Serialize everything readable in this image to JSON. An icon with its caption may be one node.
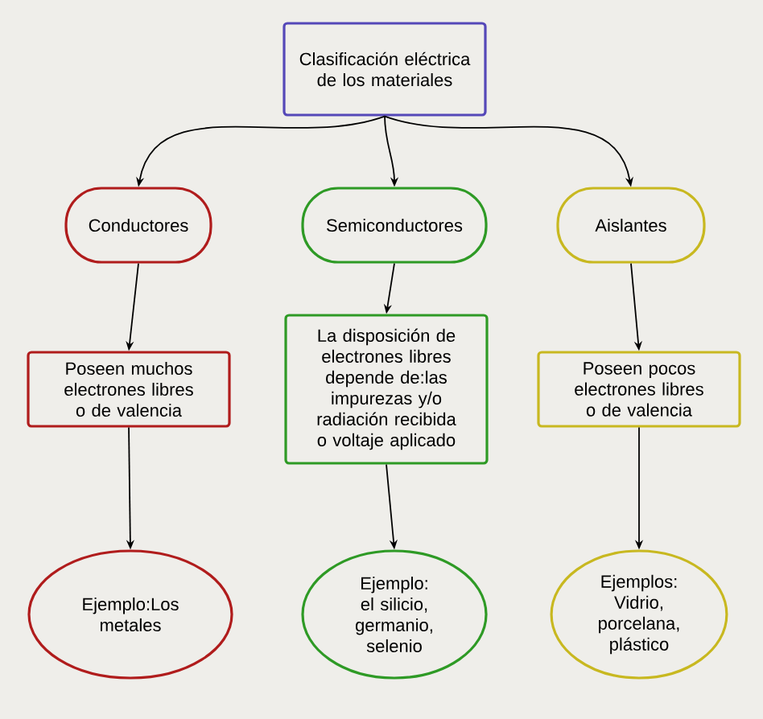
{
  "diagram": {
    "nodes": [
      {
        "text": [
          "Clasificación eléctrica de los materiales"
        ]
      },
      {
        "text": [
          "Conductores"
        ]
      },
      {
        "text": [
          "Semiconductores"
        ]
      },
      {
        "text": [
          "Aislantes"
        ]
      },
      {
        "text": [
          "Poseen muchos electrones libres o de valencia"
        ]
      },
      {
        "text": [
          "La disposición de electrones libres depende de:las impurezas y/o radiación recibida o voltaje aplicado"
        ]
      },
      {
        "text": [
          "Poseen pocos electrones libres o de valencia"
        ]
      },
      {
        "text": [
          "Ejemplo:Los metales"
        ]
      },
      {
        "text": [
          "Ejemplo: el silicio, germanio, selenio"
        ]
      },
      {
        "text": [
          "Ejemplos: Vidrio, porcelana, plástico"
        ]
      }
    ],
    "edges": [
      {
        "from": 0,
        "to": 1,
        "arrow": "to"
      },
      {
        "from": 0,
        "to": 2,
        "arrow": "to"
      },
      {
        "from": 0,
        "to": 3,
        "arrow": "to"
      },
      {
        "from": 1,
        "to": 4,
        "arrow": "to"
      },
      {
        "from": 2,
        "to": 5,
        "arrow": "to"
      },
      {
        "from": 3,
        "to": 6,
        "arrow": "to"
      },
      {
        "from": 4,
        "to": 7,
        "arrow": "to"
      },
      {
        "from": 5,
        "to": 8,
        "arrow": "to"
      },
      {
        "from": 6,
        "to": 9,
        "arrow": "to"
      }
    ]
  }
}
